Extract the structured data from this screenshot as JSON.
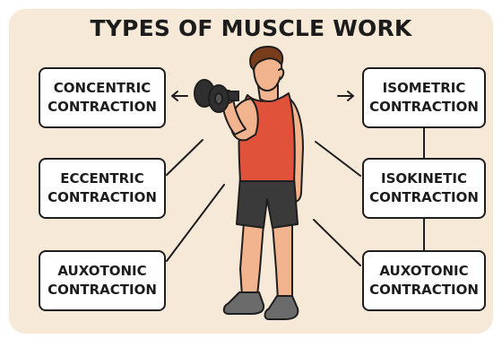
{
  "title": "TYPES OF MUSCLE WORK",
  "left_boxes": [
    {
      "line1": "CONCENTRIC",
      "line2": "CONTRACTION"
    },
    {
      "line1": "ECCENTRIC",
      "line2": "CONTRACTION"
    },
    {
      "line1": "AUXOTONIC",
      "line2": "CONTRACTION"
    }
  ],
  "right_boxes": [
    {
      "line1": "ISOMETRIC",
      "line2": "CONTRACTION"
    },
    {
      "line1": "ISOKINETIC",
      "line2": "CONTRACTION"
    },
    {
      "line1": "AUXOTONIC",
      "line2": "CONTRACTION"
    }
  ],
  "colors": {
    "background": "#f7e9d8",
    "tank_top": "#e0533a",
    "shorts": "#3a3a3a",
    "skin": "#f2b48f",
    "hair": "#7a3d1c",
    "dumbbell": "#2f2f2f",
    "outline": "#1e1e1e"
  },
  "illustration": {
    "subject": "man-lifting-dumbbell",
    "icons": [
      "dumbbell-icon",
      "arrow-left-icon",
      "arrow-right-icon"
    ]
  }
}
